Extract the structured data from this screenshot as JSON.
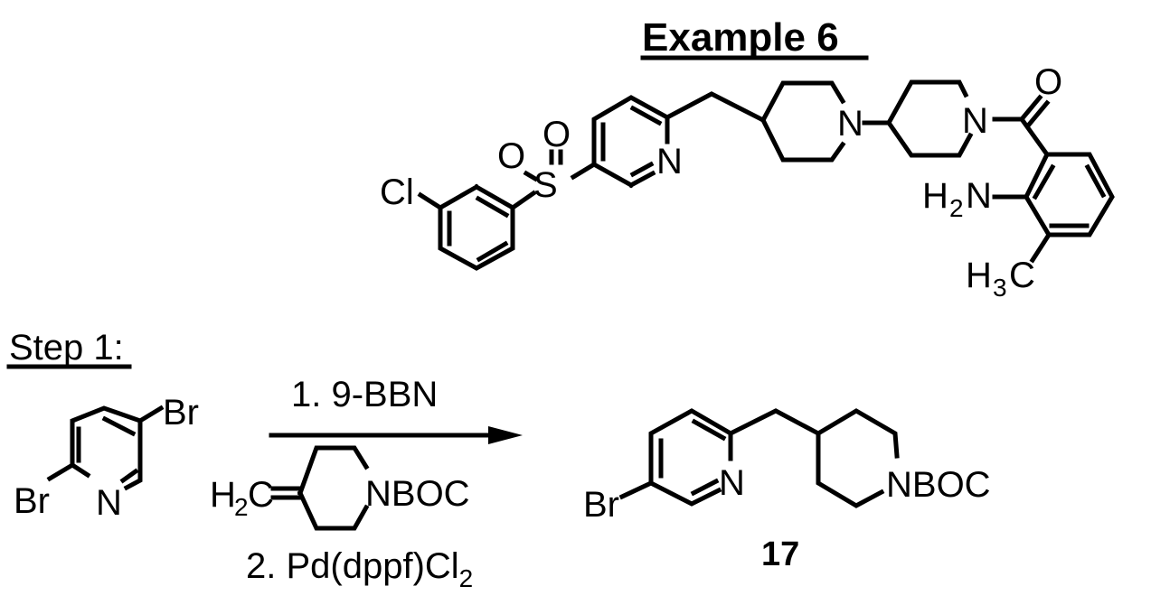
{
  "title": "Example 6",
  "target_compound": {
    "atoms": {
      "chlorine": "Cl",
      "oxygen_1": "O",
      "oxygen_2": "O",
      "sulfur": "S",
      "pyridine_n": "N",
      "piperidine_n1": "N",
      "piperidine_n2": "N",
      "carbonyl_o": "O",
      "amine_h": "H",
      "amine_sub": "2",
      "amine_n": "N",
      "methyl_h": "H",
      "methyl_sub": "3",
      "methyl_c": "C"
    }
  },
  "step": {
    "label": "Step 1:",
    "starting_material": {
      "br_top": "Br",
      "br_left": "Br",
      "ring_n": "N"
    },
    "reagents": {
      "line1": "1. 9-BBN",
      "h2c_h": "H",
      "h2c_sub": "2",
      "h2c_c": "C",
      "nboc": "NBOC",
      "line2_main": "2. Pd(dppf)Cl",
      "line2_sub": "2"
    },
    "product": {
      "br": "Br",
      "ring_n": "N",
      "nboc": "NBOC",
      "compound_number": "17"
    }
  },
  "colors": {
    "ink": "#000000",
    "background": "#ffffff"
  }
}
